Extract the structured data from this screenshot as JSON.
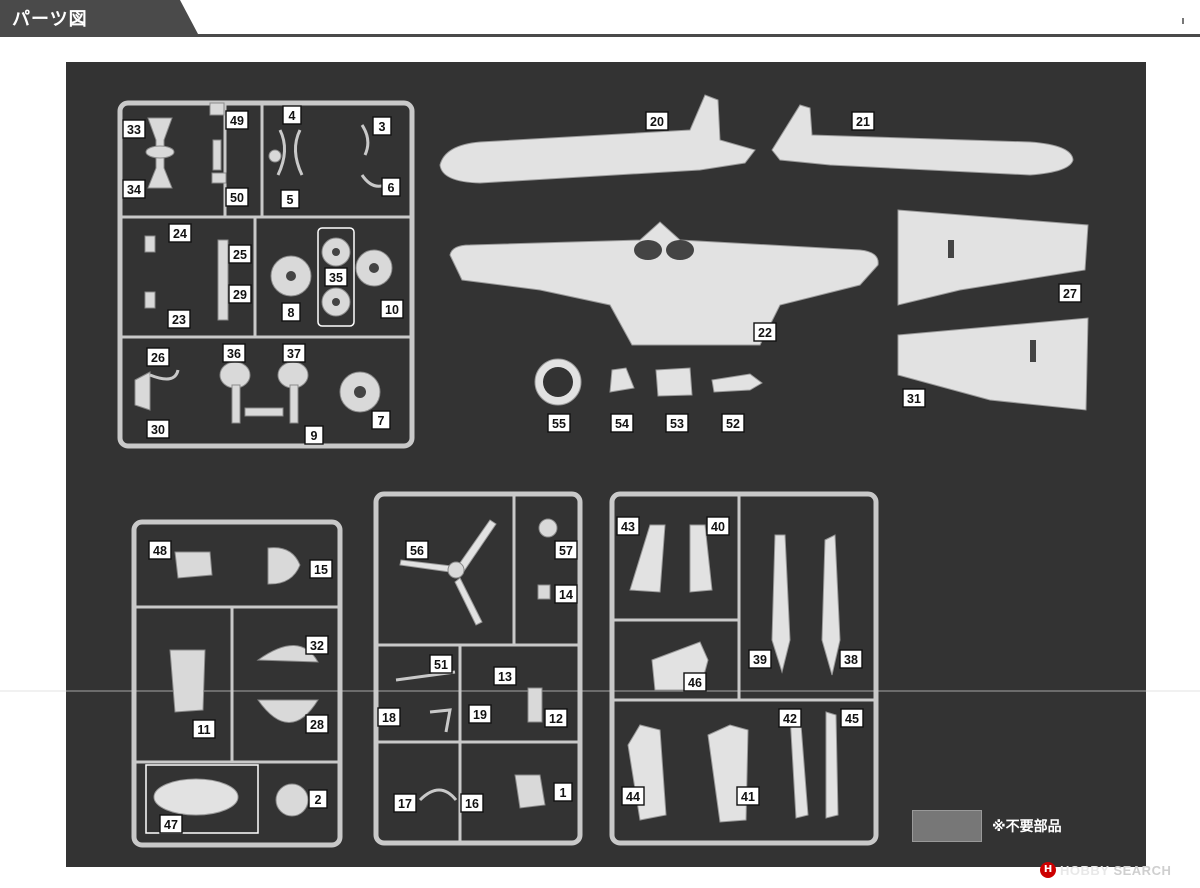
{
  "header": {
    "title": "パーツ図"
  },
  "parts": [
    {
      "n": "1"
    },
    {
      "n": "2"
    },
    {
      "n": "3"
    },
    {
      "n": "4"
    },
    {
      "n": "5"
    },
    {
      "n": "6"
    },
    {
      "n": "7"
    },
    {
      "n": "8"
    },
    {
      "n": "9"
    },
    {
      "n": "10"
    },
    {
      "n": "11"
    },
    {
      "n": "12"
    },
    {
      "n": "13"
    },
    {
      "n": "14"
    },
    {
      "n": "15"
    },
    {
      "n": "16"
    },
    {
      "n": "17"
    },
    {
      "n": "18"
    },
    {
      "n": "19"
    },
    {
      "n": "20"
    },
    {
      "n": "21"
    },
    {
      "n": "22"
    },
    {
      "n": "23"
    },
    {
      "n": "24"
    },
    {
      "n": "25"
    },
    {
      "n": "26"
    },
    {
      "n": "27"
    },
    {
      "n": "28"
    },
    {
      "n": "29"
    },
    {
      "n": "30"
    },
    {
      "n": "31"
    },
    {
      "n": "32"
    },
    {
      "n": "33"
    },
    {
      "n": "34"
    },
    {
      "n": "35"
    },
    {
      "n": "36"
    },
    {
      "n": "37"
    },
    {
      "n": "38"
    },
    {
      "n": "39"
    },
    {
      "n": "40"
    },
    {
      "n": "41"
    },
    {
      "n": "42"
    },
    {
      "n": "43"
    },
    {
      "n": "44"
    },
    {
      "n": "45"
    },
    {
      "n": "46"
    },
    {
      "n": "47"
    },
    {
      "n": "48"
    },
    {
      "n": "49"
    },
    {
      "n": "50"
    },
    {
      "n": "51"
    },
    {
      "n": "52"
    },
    {
      "n": "53"
    },
    {
      "n": "54"
    },
    {
      "n": "55"
    },
    {
      "n": "56"
    },
    {
      "n": "57"
    }
  ],
  "legend": {
    "text": "※不要部品",
    "swatch_color": "#777777"
  },
  "watermark": {
    "brand": "HOBBY",
    "suffix": "SEARCH",
    "icon": "hobby-search-logo-icon"
  },
  "colors": {
    "sheet": "#333333",
    "header": "#4a4a4a",
    "label_bg": "#ffffff"
  }
}
